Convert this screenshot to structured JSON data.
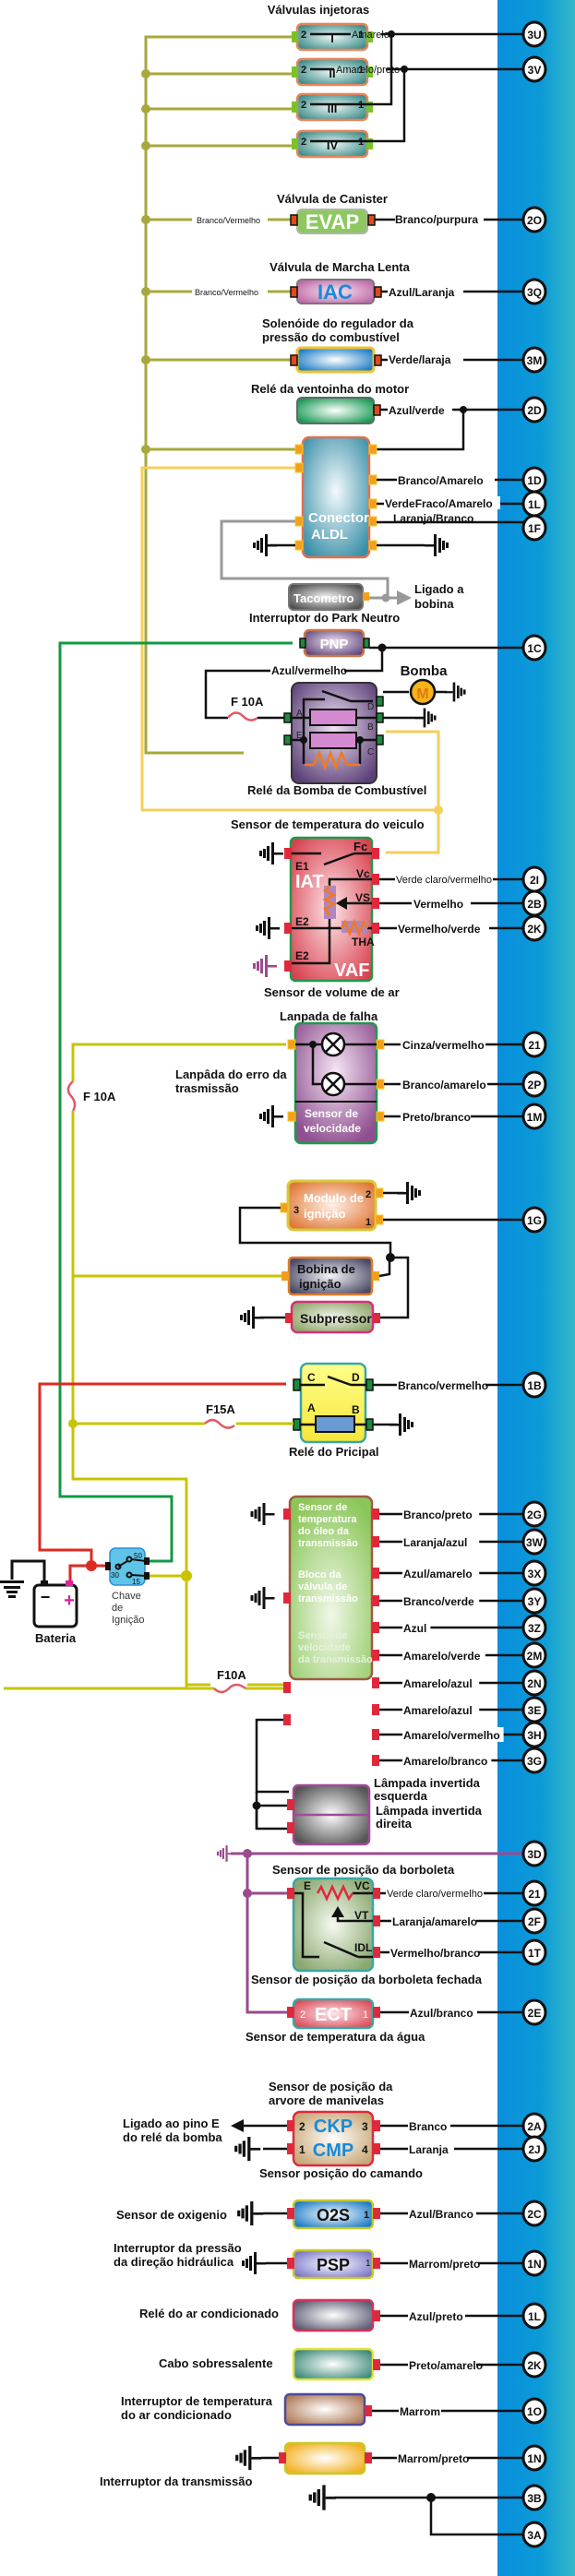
{
  "colors": {
    "ecu_panel_start": "#0a8fdc",
    "ecu_panel_end": "#36b8c8",
    "wire_black": "#111111",
    "wire_olive": "#a8a83c",
    "wire_yellow": "#f5cf5a",
    "wire_yellow_bright": "#c8c400",
    "wire_green": "#119944",
    "wire_red": "#dd2a22",
    "wire_gray": "#999999",
    "wire_purple": "#9b4a8e",
    "fuse": "#e05a66"
  },
  "injectors": {
    "title": "Válvulas injetoras",
    "items": [
      {
        "name": "I",
        "pin_left": "2",
        "pin_right": "1"
      },
      {
        "name": "II",
        "pin_left": "2",
        "pin_right": "1"
      },
      {
        "name": "III",
        "pin_left": "2",
        "pin_right": "1"
      },
      {
        "name": "IV",
        "pin_left": "2",
        "pin_right": "1"
      }
    ],
    "wires": [
      {
        "label": "Amarelo",
        "pin": "3U"
      },
      {
        "label": "Amarelo/preto",
        "pin": "3V"
      }
    ]
  },
  "evap": {
    "title": "Válvula de Canister",
    "code": "EVAP",
    "left_wire": "Branco/Vermelho",
    "right_wire": "Branco/purpura",
    "pin": "2O"
  },
  "iac": {
    "title": "Válvula de Marcha Lenta",
    "code": "IAC",
    "left_wire": "Branco/Vermelho",
    "right_wire": "Azul/Laranja",
    "pin": "3Q"
  },
  "fpr": {
    "title_line1": "Solenóide do regulador da",
    "title_line2": "pressão do combustível",
    "right_wire": "Verde/laraja",
    "pin": "3M"
  },
  "fan_relay": {
    "title": "Relé da ventoinha do motor",
    "right_wire": "Azul/verde",
    "pin": "2D"
  },
  "aldl": {
    "code_line1": "Conector",
    "code_line2": "ALDL",
    "wires": [
      {
        "label": "Branco/Amarelo",
        "pin": "1D"
      },
      {
        "label": "VerdeFraco/Amarelo",
        "pin": "1L"
      },
      {
        "label": "Laranja/Branco",
        "pin": "1F"
      }
    ]
  },
  "tach": {
    "code": "Tacometro",
    "note_line1": "Ligado a",
    "note_line2": "bobina"
  },
  "pnp": {
    "title": "Interruptor do Park Neutro",
    "code": "PNP",
    "pin": "1C"
  },
  "fuel_pump_relay": {
    "title": "Relé da Bomba de Combustível",
    "wire_label": "Azul/vermelho",
    "fuse": "F 10A",
    "pump_label": "Bomba",
    "motor": "M",
    "terminals": [
      "A",
      "B",
      "C",
      "D",
      "E"
    ]
  },
  "vaf": {
    "title_top": "Sensor de temperatura do veiculo",
    "title_bottom": "Sensor de volume de ar",
    "code_top": "IAT",
    "code_bottom": "VAF",
    "terminals": {
      "e1": "E1",
      "e2a": "E2",
      "e2b": "E2",
      "fc": "Fc",
      "vc": "Vc",
      "vs": "VS",
      "tha": "THA"
    },
    "wires": [
      {
        "label": "Verde claro/vermelho",
        "pin": "2I"
      },
      {
        "label": "Vermelho",
        "pin": "2B"
      },
      {
        "label": "Vermelho/verde",
        "pin": "2K"
      }
    ]
  },
  "check_lamp": {
    "title": "Lanpada de falha",
    "side_label_line1": "Lanpâda do erro da",
    "side_label_line2": "trasmissão",
    "speed_line1": "Sensor de",
    "speed_line2": "velocidade",
    "fuse": "F 10A",
    "wires": [
      {
        "label": "Cinza/vermelho",
        "pin": "21"
      },
      {
        "label": "Branco/amarelo",
        "pin": "2P"
      },
      {
        "label": "Preto/branco",
        "pin": "1M"
      }
    ]
  },
  "ign_module": {
    "line1": "Modulo de",
    "line2": "ignição",
    "pins": [
      "3",
      "2",
      "1"
    ],
    "pin": "1G"
  },
  "coil": {
    "line1": "Bobina de",
    "line2": "ignição"
  },
  "suppressor": {
    "label": "Subpressor"
  },
  "main_relay": {
    "title": "Relé do Pricipal",
    "terminals": [
      "C",
      "D",
      "A",
      "B"
    ],
    "fuse": "F15A",
    "wire": "Branco/vermelho",
    "pin": "1B"
  },
  "battery": {
    "label": "Bateria",
    "minus": "−",
    "plus": "+"
  },
  "ign_switch": {
    "line1": "Chave",
    "line2": "de",
    "line3": "Ignição",
    "t30": "30",
    "t50": "50",
    "t15": "15"
  },
  "transmission": {
    "block_labels": [
      [
        "Sensor de",
        "temperatura",
        "do óleo da",
        "transmissão"
      ],
      [
        "Bloco da",
        "válvula de",
        "transmissão"
      ],
      [
        "Sensor de",
        "velocidade",
        "da transmissão"
      ],
      [
        "Interruptor da",
        "transmissão"
      ]
    ],
    "fuse": "F10A",
    "wires": [
      {
        "label": "Branco/preto",
        "pin": "2G"
      },
      {
        "label": "Laranja/azul",
        "pin": "3W"
      },
      {
        "label": "Azul/amarelo",
        "pin": "3X"
      },
      {
        "label": "Branco/verde",
        "pin": "3Y"
      },
      {
        "label": "Azul",
        "pin": "3Z"
      },
      {
        "label": "Amarelo/verde",
        "pin": "2M"
      },
      {
        "label": "Amarelo/azul",
        "pin": "2N"
      },
      {
        "label": "Amarelo/azul",
        "pin": "3E"
      },
      {
        "label": "Amarelo/vermelho",
        "pin": "3H"
      },
      {
        "label": "Amarelo/branco",
        "pin": "3G"
      }
    ]
  },
  "reverse_lamps": {
    "left_line1": "Lâmpada invertida",
    "left_line2": "esquerda",
    "right_line1": "Lâmpada invertida",
    "right_line2": "direita"
  },
  "tps": {
    "ground_pin": "3D",
    "title_top": "Sensor de posição da borboleta",
    "title_bottom": "Sensor de posição da borboleta fechada",
    "terminals": {
      "e": "E",
      "vc": "VC",
      "vt": "VT",
      "idl": "IDL"
    },
    "wires": [
      {
        "label": "Verde claro/vermelho",
        "pin": "21"
      },
      {
        "label": "Laranja/amarelo",
        "pin": "2F"
      },
      {
        "label": "Vermelho/branco",
        "pin": "1T"
      }
    ]
  },
  "ect": {
    "code": "ECT",
    "pin_left": "2",
    "pin_right": "1",
    "wire": "Azul/branco",
    "pin": "2E",
    "title": "Sensor de temperatura da água"
  },
  "ckp": {
    "title_line1": "Sensor de posição da",
    "title_line2": "arvore de manivelas",
    "title_bottom": "Sensor posição do camando",
    "code1": "CKP",
    "code2": "CMP",
    "pins": [
      "2",
      "3",
      "1",
      "4"
    ],
    "note_line1": "Ligado ao pino E",
    "note_line2": "do relé da bomba",
    "wires": [
      {
        "label": "Branco",
        "pin": "2A"
      },
      {
        "label": "Laranja",
        "pin": "2J"
      }
    ]
  },
  "o2s": {
    "label": "Sensor de oxigenio",
    "code": "O2S",
    "pin_right": "1",
    "wire": "Azul/Branco",
    "pin": "2C"
  },
  "psp": {
    "label_line1": "Interruptor da pressão",
    "label_line2": "da direção hidráulica",
    "code": "PSP",
    "pin_right": "1",
    "wire": "Marrom/preto",
    "pin": "1N"
  },
  "ac_relay": {
    "label": "Relé do ar condicionado",
    "wire": "Azul/preto",
    "pin": "1L"
  },
  "spare": {
    "label": "Cabo sobressalente",
    "wire": "Preto/amarelo",
    "pin": "2K"
  },
  "ac_temp": {
    "label_line1": "Interruptor de temperatura",
    "label_line2": "do ar condicionado",
    "wire": "Marrom",
    "pin": "1O"
  },
  "trans_switch": {
    "label": "Interruptor da transmissão",
    "wire": "Marrom/preto",
    "pin": "1N"
  },
  "grounds": {
    "pins": [
      "3B",
      "3A"
    ]
  }
}
